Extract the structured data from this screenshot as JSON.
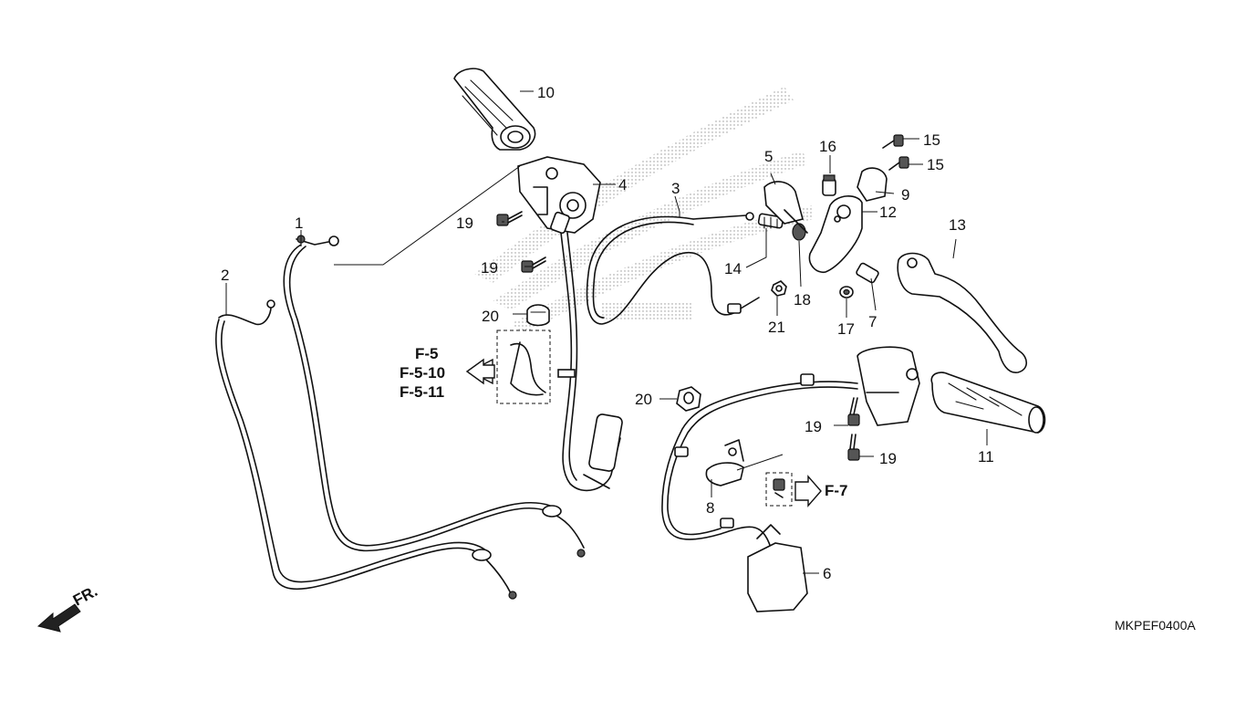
{
  "diagram": {
    "callouts": {
      "c1": "1",
      "c2": "2",
      "c3": "3",
      "c4": "4",
      "c5": "5",
      "c6": "6",
      "c7": "7",
      "c8": "8",
      "c9": "9",
      "c10": "10",
      "c11": "11",
      "c12": "12",
      "c13": "13",
      "c14": "14",
      "c15a": "15",
      "c15b": "15",
      "c16": "16",
      "c17": "17",
      "c18": "18",
      "c19a": "19",
      "c19b": "19",
      "c19c": "19",
      "c19d": "19",
      "c20a": "20",
      "c20b": "20",
      "c21": "21"
    },
    "references": {
      "left_line1": "F-5",
      "left_line2": "F-5-10",
      "left_line3": "F-5-11",
      "right": "F-7"
    },
    "front_label": "FR.",
    "drawing_code": "MKPEF0400A"
  }
}
